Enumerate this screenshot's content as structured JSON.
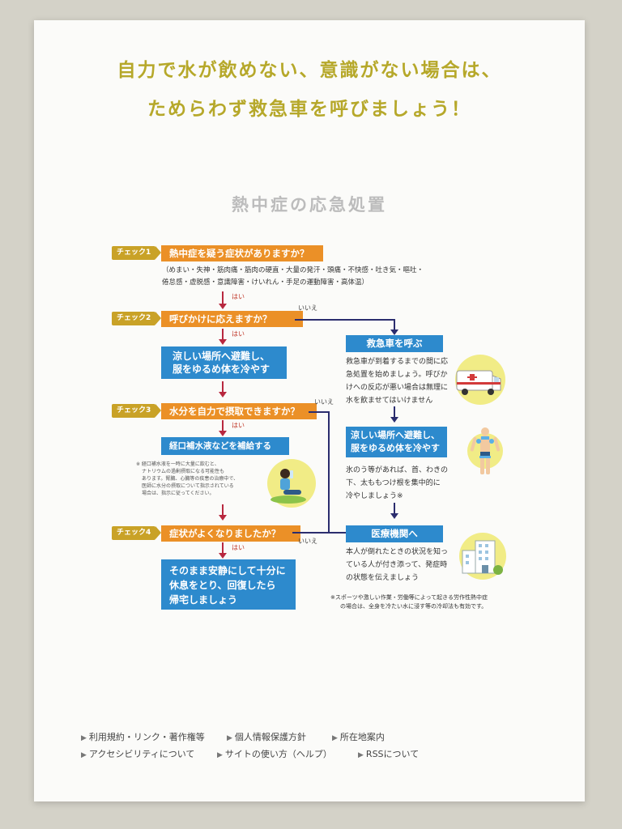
{
  "headline": {
    "line1": "自力で水が飲めない、意識がない場合は、",
    "line2": "ためらわず救急車を呼びましょう！"
  },
  "section_title": "熱中症の応急処置",
  "checks": [
    {
      "tag": "チェック1",
      "question": "熱中症を疑う症状がありますか？"
    },
    {
      "tag": "チェック2",
      "question": "呼びかけに応えますか？"
    },
    {
      "tag": "チェック3",
      "question": "水分を自力で摂取できますか？"
    },
    {
      "tag": "チェック4",
      "question": "症状がよくなりましたか？"
    }
  ],
  "symptoms": {
    "line1": "（めまい・失神・筋肉痛・筋肉の硬直・大量の発汗・頭痛・不快感・吐き気・嘔吐・",
    "line2": "倦怠感・虚脱感・意識障害・けいれん・手足の運動障害・高体温）"
  },
  "labels": {
    "yes": "はい",
    "no": "いいえ"
  },
  "left_boxes": {
    "cool_line1": "涼しい場所へ避難し、",
    "cool_line2": "服をゆるめ体を冷やす",
    "hydrate": "経口補水液などを補給する",
    "rest_line1": "そのまま安静にして十分に",
    "rest_line2": "休息をとり、回復したら",
    "rest_line3": "帰宅しましょう"
  },
  "hydrate_note": [
    "※ 経口補水液を一時に大量に飲むと、",
    "ナトリウムの過剰摂取になる可能性も",
    "あります。腎臓、心臓等の疾患の治療中で、",
    "医師に水分の摂取について指示されている",
    "場合は、指示に従ってください。"
  ],
  "right_column": {
    "ambulance_title": "救急車を呼ぶ",
    "ambulance_text": [
      "救急車が到着するまでの間に応",
      "急処置を始めましょう。呼びか",
      "けへの反応が悪い場合は無理に",
      "水を飲ませてはいけません"
    ],
    "cool_title_line1": "涼しい場所へ避難し、",
    "cool_title_line2": "服をゆるめ体を冷やす",
    "cool_text": [
      "氷のう等があれば、首、わきの",
      "下、太ももつけ根を集中的に",
      "冷やしましょう※"
    ],
    "hospital_title": "医療機関へ",
    "hospital_text": [
      "本人が倒れたときの状況を知っ",
      "ている人が付き添って、発症時",
      "の状態を伝えましょう"
    ],
    "footnote_line1": "※スポーツや激しい作業・労働等によって起きる労作性熱中症",
    "footnote_line2": "の場合は、全身を冷たい水に浸す等の冷却法も有効です。"
  },
  "footer": {
    "row1": [
      "利用規約・リンク・著作権等",
      "個人情報保護方針",
      "所在地案内"
    ],
    "row2": [
      "アクセシビリティについて",
      "サイトの使い方（ヘルプ）",
      "RSSについて"
    ]
  },
  "colors": {
    "headline": "#b6a82a",
    "check_tag": "#c9a227",
    "question_box": "#eb9027",
    "action_box": "#2d8acd",
    "yes_arrow": "#b8283f",
    "no_arrow": "#2b2d6e",
    "illustration_circle": "#f1ec86"
  },
  "icons": [
    "ambulance-illustration",
    "drinking-person-illustration",
    "body-cooling-illustration",
    "hospital-illustration"
  ]
}
